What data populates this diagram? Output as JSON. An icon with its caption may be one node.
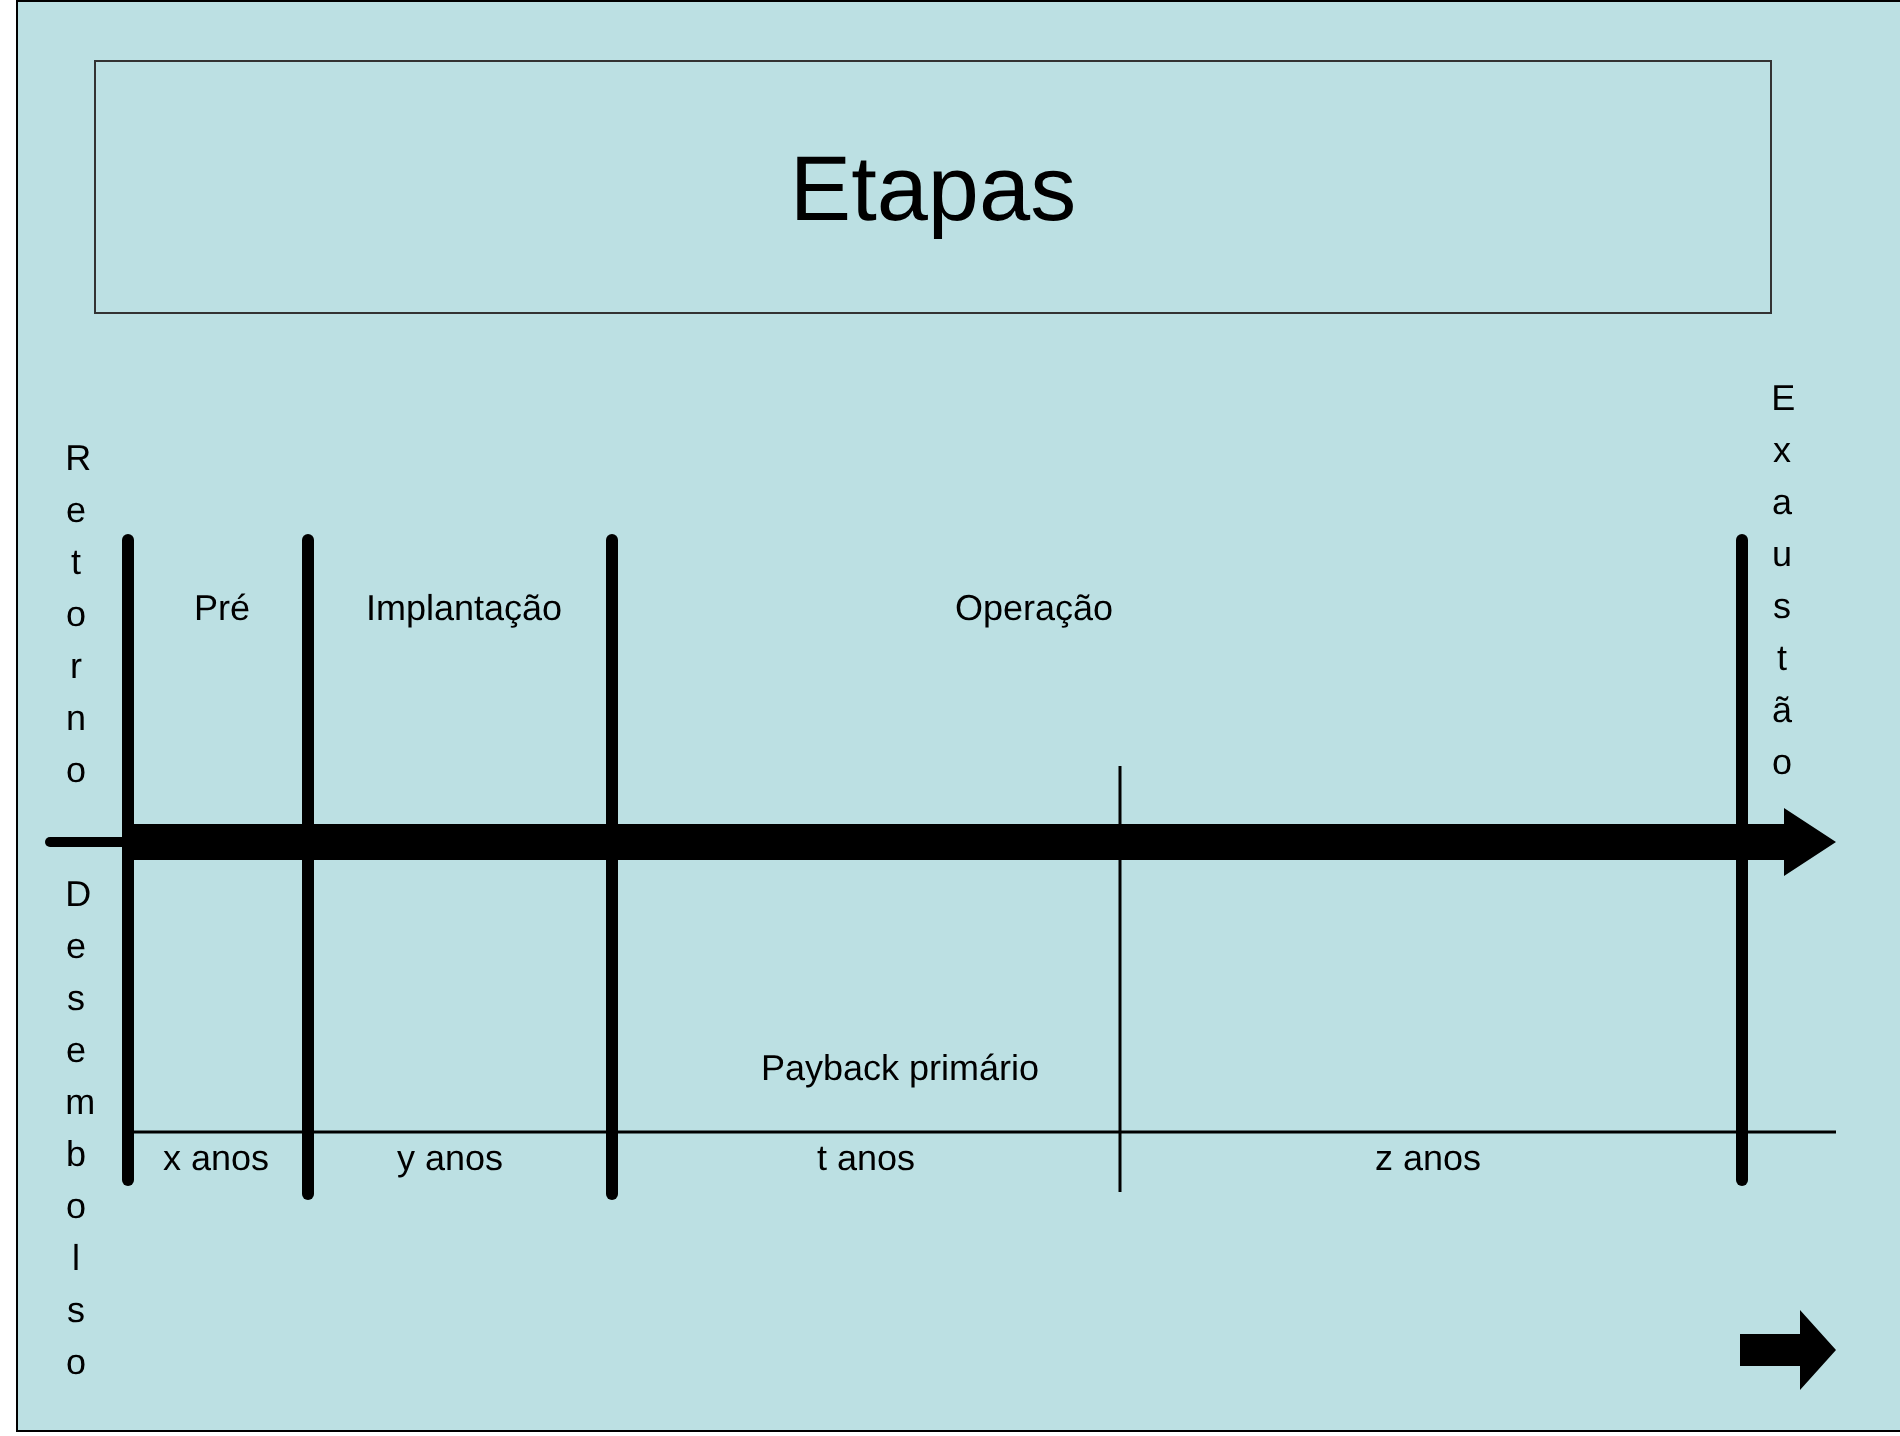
{
  "diagram": {
    "title": "Etapas",
    "labels": [
      "Retorno",
      "Exaustão",
      "Pré",
      "Implantação",
      "Operação",
      "Desembolso",
      "Payback primário",
      "x anos",
      "y anos",
      "t anos",
      "z anos"
    ]
  }
}
